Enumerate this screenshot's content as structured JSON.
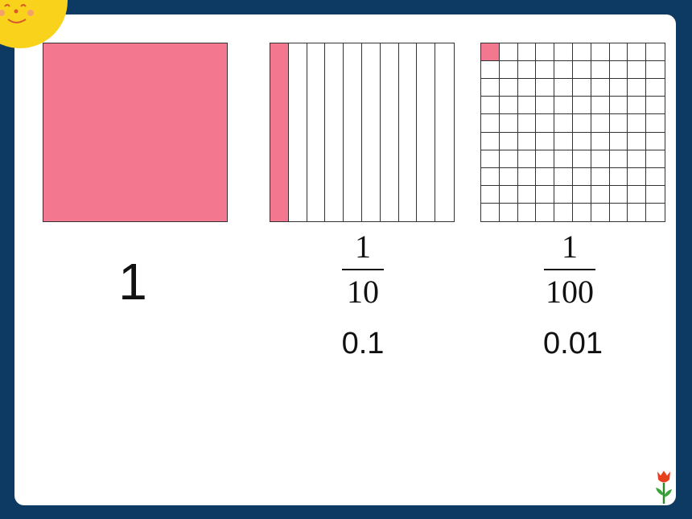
{
  "slide": {
    "items": [
      {
        "name": "whole",
        "label": "1",
        "shaded_fraction": 1
      },
      {
        "name": "tenths",
        "fraction": {
          "numerator": "1",
          "denominator": "10"
        },
        "decimal": "0.1",
        "divisions": 10,
        "shaded_parts": 1
      },
      {
        "name": "hundredths",
        "fraction": {
          "numerator": "1",
          "denominator": "100"
        },
        "decimal": "0.01",
        "grid": [
          10,
          10
        ],
        "shaded_parts": 1
      }
    ]
  },
  "colors": {
    "frame_background": "#0d3a63",
    "slide_background": "#ffffff",
    "shading": "#f47790",
    "grid_lines": "#333333",
    "sun": "#f9d21b"
  },
  "decorations": {
    "top_left": "sun-face-icon",
    "bottom_right": "tulip-icon"
  }
}
